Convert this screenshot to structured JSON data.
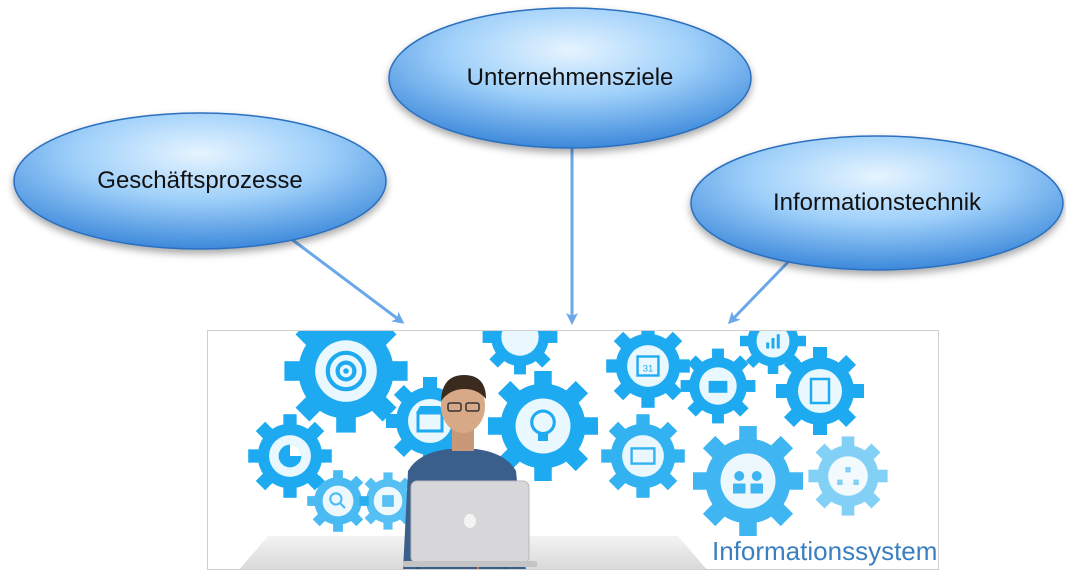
{
  "nodes": {
    "business_processes": "Geschäftsprozesse",
    "company_goals": "Unternehmensziele",
    "information_technology": "Informationstechnik"
  },
  "target": {
    "label": "Informationssystem"
  },
  "colors": {
    "ellipse_light": "#dff0ff",
    "ellipse_mid": "#8cc6f7",
    "ellipse_dark": "#2f7fd6",
    "arrow": "#6aa8ea",
    "gear": "#1eaaf0",
    "caption": "#3a7fbf"
  },
  "image_icons": [
    "target-icon",
    "store-icon",
    "lightbulb-icon",
    "calendar-icon",
    "briefcase-icon",
    "clipboard-icon",
    "pie-chart-icon",
    "search-icon",
    "puzzle-icon",
    "credit-card-icon",
    "people-icon",
    "flowchart-icon",
    "bar-chart-icon"
  ]
}
